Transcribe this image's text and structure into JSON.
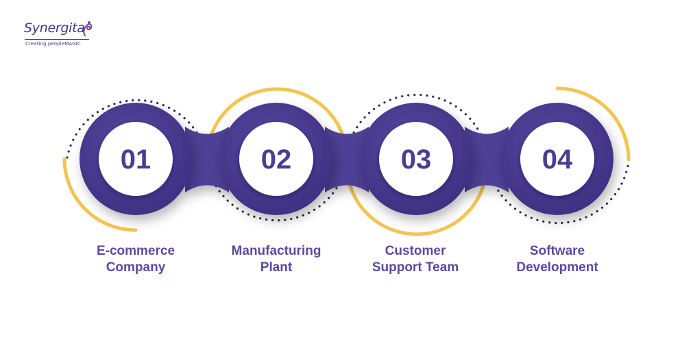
{
  "logo": {
    "name": "Synergita",
    "tagline": "Creating peopleMAGIC"
  },
  "colors": {
    "purple": "#52439a",
    "purple_dark": "#3d2f7e",
    "orange": "#f3c453",
    "dots": "#2d2a4a",
    "label": "#5b4a9e"
  },
  "steps": [
    {
      "number": "01",
      "label_line1": "E-commerce",
      "label_line2": "Company"
    },
    {
      "number": "02",
      "label_line1": "Manufacturing",
      "label_line2": "Plant"
    },
    {
      "number": "03",
      "label_line1": "Customer",
      "label_line2": "Support Team"
    },
    {
      "number": "04",
      "label_line1": "Software",
      "label_line2": "Development"
    }
  ]
}
